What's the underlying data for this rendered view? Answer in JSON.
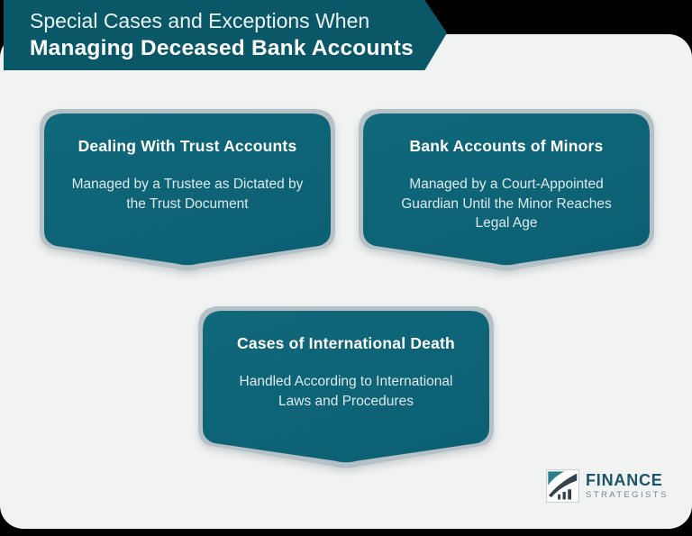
{
  "header": {
    "line1": "Special Cases and Exceptions When",
    "line2": "Managing Deceased Bank Accounts"
  },
  "cards": [
    {
      "title": "Dealing With Trust Accounts",
      "body": "Managed by a Trustee as Dictated by\nthe Trust Document"
    },
    {
      "title": "Bank Accounts of Minors",
      "body": "Managed by a Court-Appointed\nGuardian Until the Minor Reaches\nLegal Age"
    },
    {
      "title": "Cases of International Death",
      "body": "Handled According to International\nLaws and Procedures"
    }
  ],
  "logo": {
    "name": "FINANCE",
    "tagline": "STRATEGISTS",
    "icon": "chart-growth-icon"
  },
  "colors": {
    "frame_background": "#010101",
    "panel_background": "#F1F2F2",
    "banner_teal": "#0A5768",
    "card_teal": "#0E6376",
    "card_backing_gray": "#B5C1C6",
    "card_title_text": "#FFFFFF",
    "card_body_text": "#DEE9EB",
    "logo_name_color": "#1C5468",
    "logo_tagline_color": "#75878F"
  }
}
